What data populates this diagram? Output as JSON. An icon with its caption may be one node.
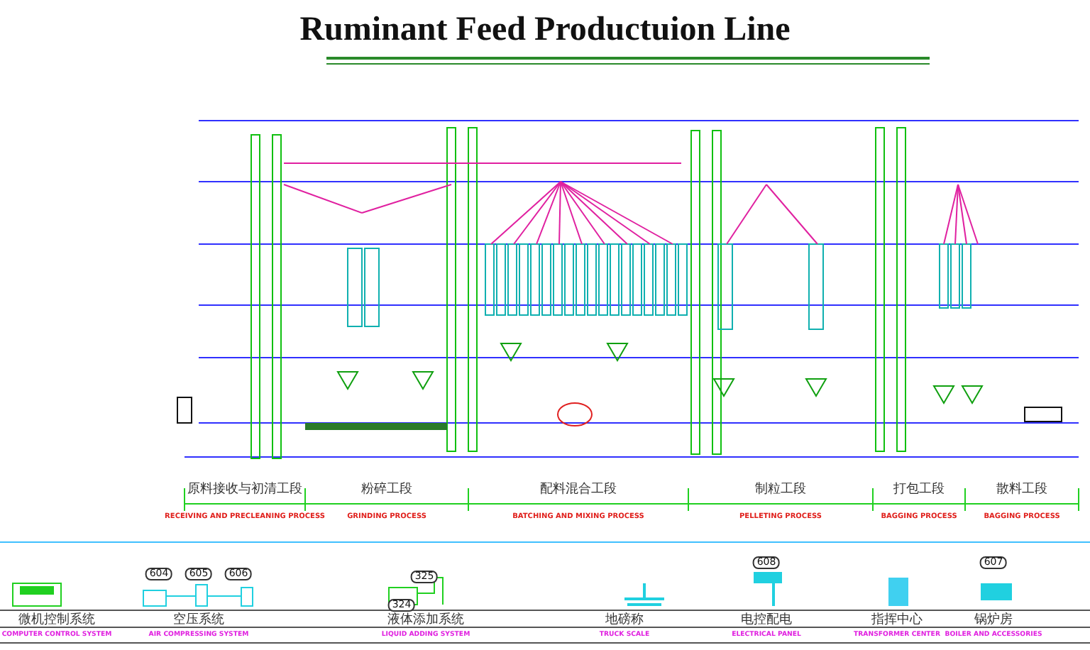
{
  "diagram": {
    "title": "Ruminant Feed Productuion Line",
    "labels": [
      "原料接收与初清工段",
      "粉碎工段",
      "配料混合工段",
      "制粒工段",
      "打包工段",
      "散料工段",
      "RECEIVING AND PRECLEANING PROCESS",
      "GRINDING PROCESS",
      "BATCHING AND MIXING PROCESS",
      "PELLETING PROCESS",
      "BAGGING PROCESS",
      "BAGGING PROCESS",
      "604",
      "605",
      "606",
      "325",
      "324",
      "608",
      "607",
      "微机控制系统",
      "空压系统",
      "液体添加系统",
      "地磅称",
      "电控配电",
      "指挥中心",
      "锅炉房",
      "COMPUTER CONTROL SYSTEM",
      "AIR COMPRESSING SYSTEM",
      "LIQUID ADDING SYSTEM",
      "TRUCK SCALE",
      "ELECTRICAL PANEL",
      "TRANSFORMER CENTER",
      "BOILER AND ACCESSORIES"
    ]
  }
}
